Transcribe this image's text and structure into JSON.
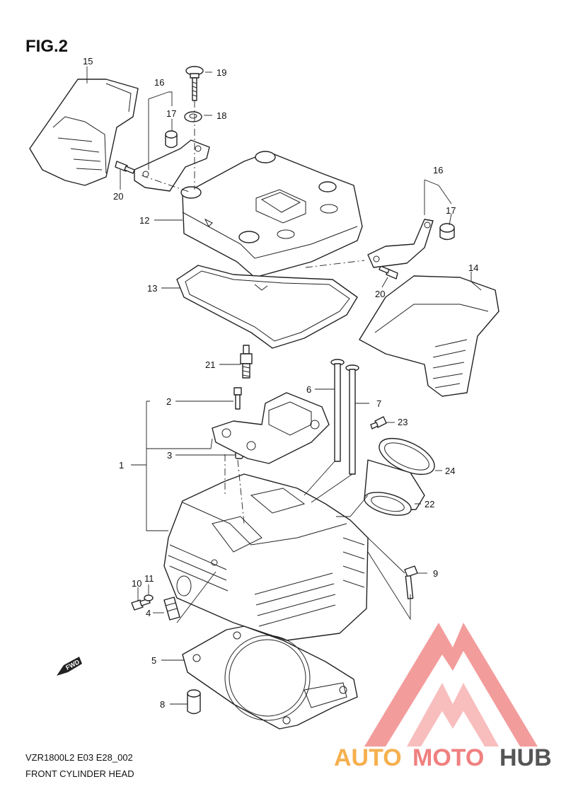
{
  "figure": {
    "title": "FIG.2",
    "model_code": "VZR1800L2 E03 E28_002",
    "caption": "FRONT CYLINDER HEAD"
  },
  "callouts": {
    "c1": "1",
    "c2": "2",
    "c3": "3",
    "c4": "4",
    "c5": "5",
    "c6": "6",
    "c7": "7",
    "c8": "8",
    "c9": "9",
    "c10": "10",
    "c11": "11",
    "c12": "12",
    "c13": "13",
    "c14": "14",
    "c15": "15",
    "c16a": "16",
    "c16b": "16",
    "c17a": "17",
    "c17b": "17",
    "c18": "18",
    "c19": "19",
    "c20a": "20",
    "c20b": "20",
    "c21": "21",
    "c22": "22",
    "c23": "23",
    "c24": "24"
  },
  "fwd_badge": "FWD",
  "watermark": {
    "part1": "AUTO",
    "part2": "MOTO",
    "part3": "HUB",
    "colors": {
      "auto": "#f6b04f",
      "moto": "#f08080",
      "hub": "#555555",
      "logo": "#f08080"
    }
  }
}
